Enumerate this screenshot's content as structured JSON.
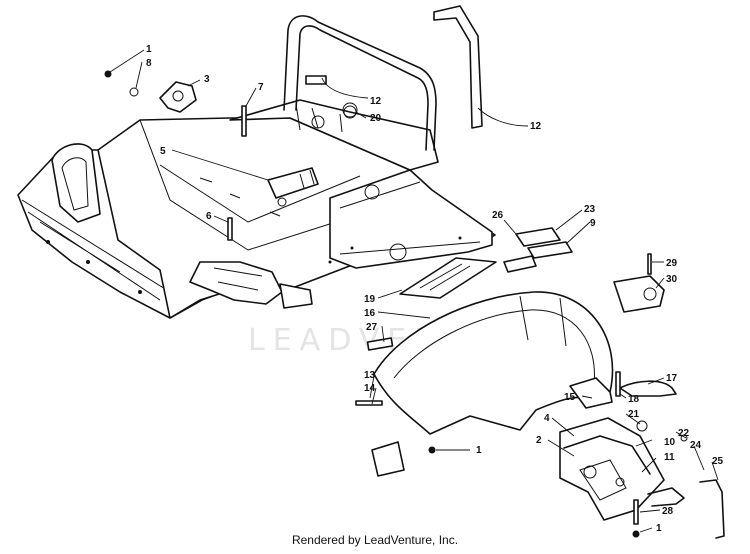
{
  "watermark": "LEADVENTURE",
  "footer": "Rendered by LeadVenture, Inc.",
  "callouts": [
    "1",
    "8",
    "3",
    "7",
    "12",
    "20",
    "12",
    "5",
    "6",
    "26",
    "23",
    "9",
    "29",
    "30",
    "19",
    "16",
    "27",
    "13",
    "14",
    "17",
    "15",
    "18",
    "21",
    "22",
    "4",
    "2",
    "10",
    "11",
    "24",
    "25",
    "1",
    "28",
    "1"
  ]
}
